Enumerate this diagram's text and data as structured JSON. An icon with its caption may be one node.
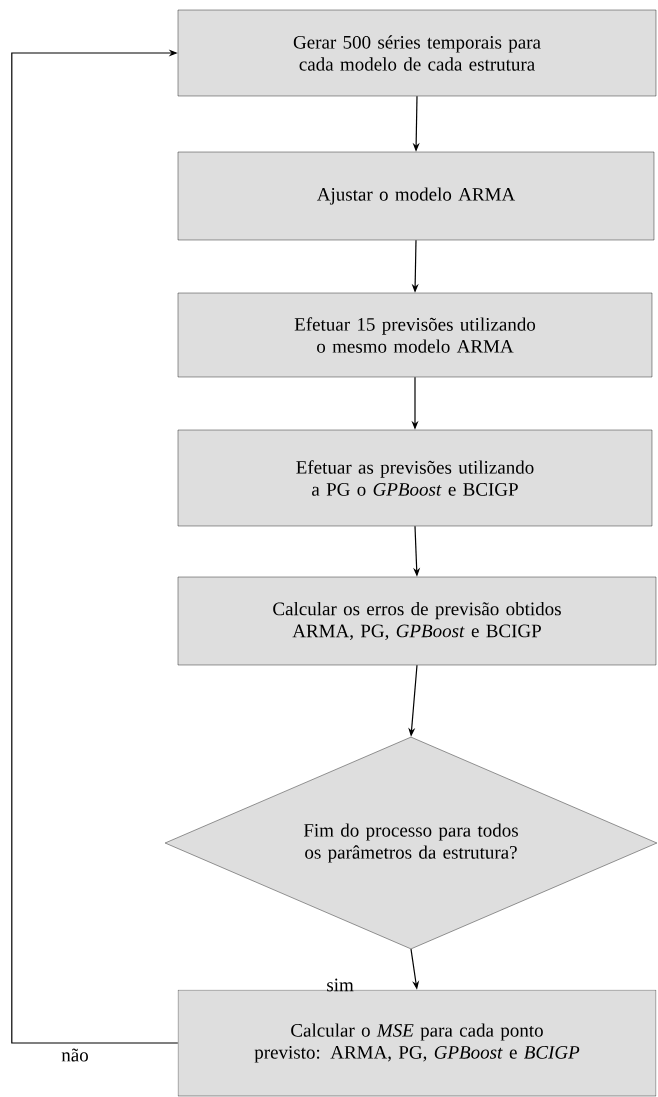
{
  "diagram": {
    "nodes": [
      {
        "text": [
          "Gerar 500 séries temporais para cada modelo de cada estrutura"
        ]
      },
      {
        "text": [
          "Ajustar o modelo ARMA"
        ]
      },
      {
        "text": [
          "Efetuar 15 previsões utilizando o mesmo modelo ARMA"
        ]
      },
      {
        "text": [
          "Efetuar as previsões utilizando a PG o *GPBoost* e BCIGP"
        ]
      },
      {
        "text": [
          "Calcular os erros de previsão obtidos ARMA, PG, *GPBoost* e BCIGP"
        ]
      },
      {
        "text": [
          "Fim do processo para todos os parâmetros da estrutura?"
        ]
      },
      {
        "text": [
          "Calcular o *MSE* para cada ponto previsto: ARMA, PG, *GPBoost* e *BCIGP*"
        ]
      }
    ],
    "edges": [
      {
        "from": 0,
        "to": 1,
        "arrow": "to"
      },
      {
        "from": 1,
        "to": 2,
        "arrow": "to"
      },
      {
        "from": 2,
        "to": 3,
        "arrow": "to"
      },
      {
        "from": 3,
        "to": 4,
        "arrow": "to"
      },
      {
        "from": 4,
        "to": 5,
        "arrow": "to"
      },
      {
        "from": 5,
        "to": 6,
        "arrow": "to",
        "label": "sim"
      },
      {
        "from": 6,
        "to": 0,
        "arrow": "to",
        "label": "não"
      }
    ]
  }
}
